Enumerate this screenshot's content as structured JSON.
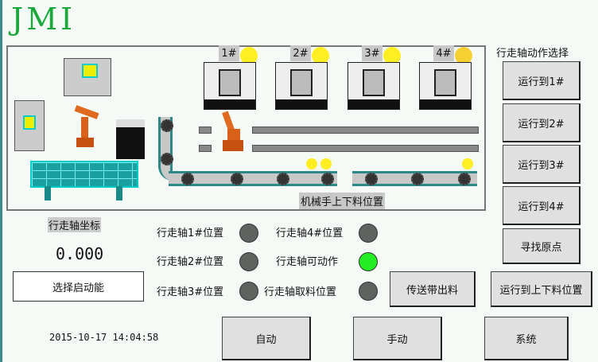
{
  "app": {
    "title": "JMI"
  },
  "scene": {
    "stations": [
      {
        "label": "1#"
      },
      {
        "label": "2#"
      },
      {
        "label": "3#"
      },
      {
        "label": "4#"
      }
    ],
    "position_label": "机械手上下料位置"
  },
  "right_panel": {
    "heading": "行走轴动作选择",
    "buttons": [
      "运行到1#",
      "运行到2#",
      "运行到3#",
      "运行到4#",
      "寻找原点"
    ]
  },
  "axis": {
    "coord_label": "行走轴坐标",
    "coord_value": "0.000",
    "enable_button": "选择启动能"
  },
  "indicators": [
    {
      "label": "行走轴1#位置",
      "state": "off"
    },
    {
      "label": "行走轴2#位置",
      "state": "off"
    },
    {
      "label": "行走轴3#位置",
      "state": "off"
    },
    {
      "label": "行走轴4#位置",
      "state": "off"
    },
    {
      "label": "行走轴可动作",
      "state": "on"
    },
    {
      "label": "行走轴取料位置",
      "state": "off"
    }
  ],
  "actions": {
    "conveyor_out": "传送带出料",
    "run_to_load": "运行到上下料位置"
  },
  "footer": {
    "datetime": "2015-10-17 14:04:58",
    "auto": "自动",
    "manual": "手动",
    "system": "系统"
  },
  "colors": {
    "lamp_on": "#22ee22",
    "lamp_off": "#5f6360",
    "title": "#1aa83a",
    "accent": "#2b8a88"
  }
}
